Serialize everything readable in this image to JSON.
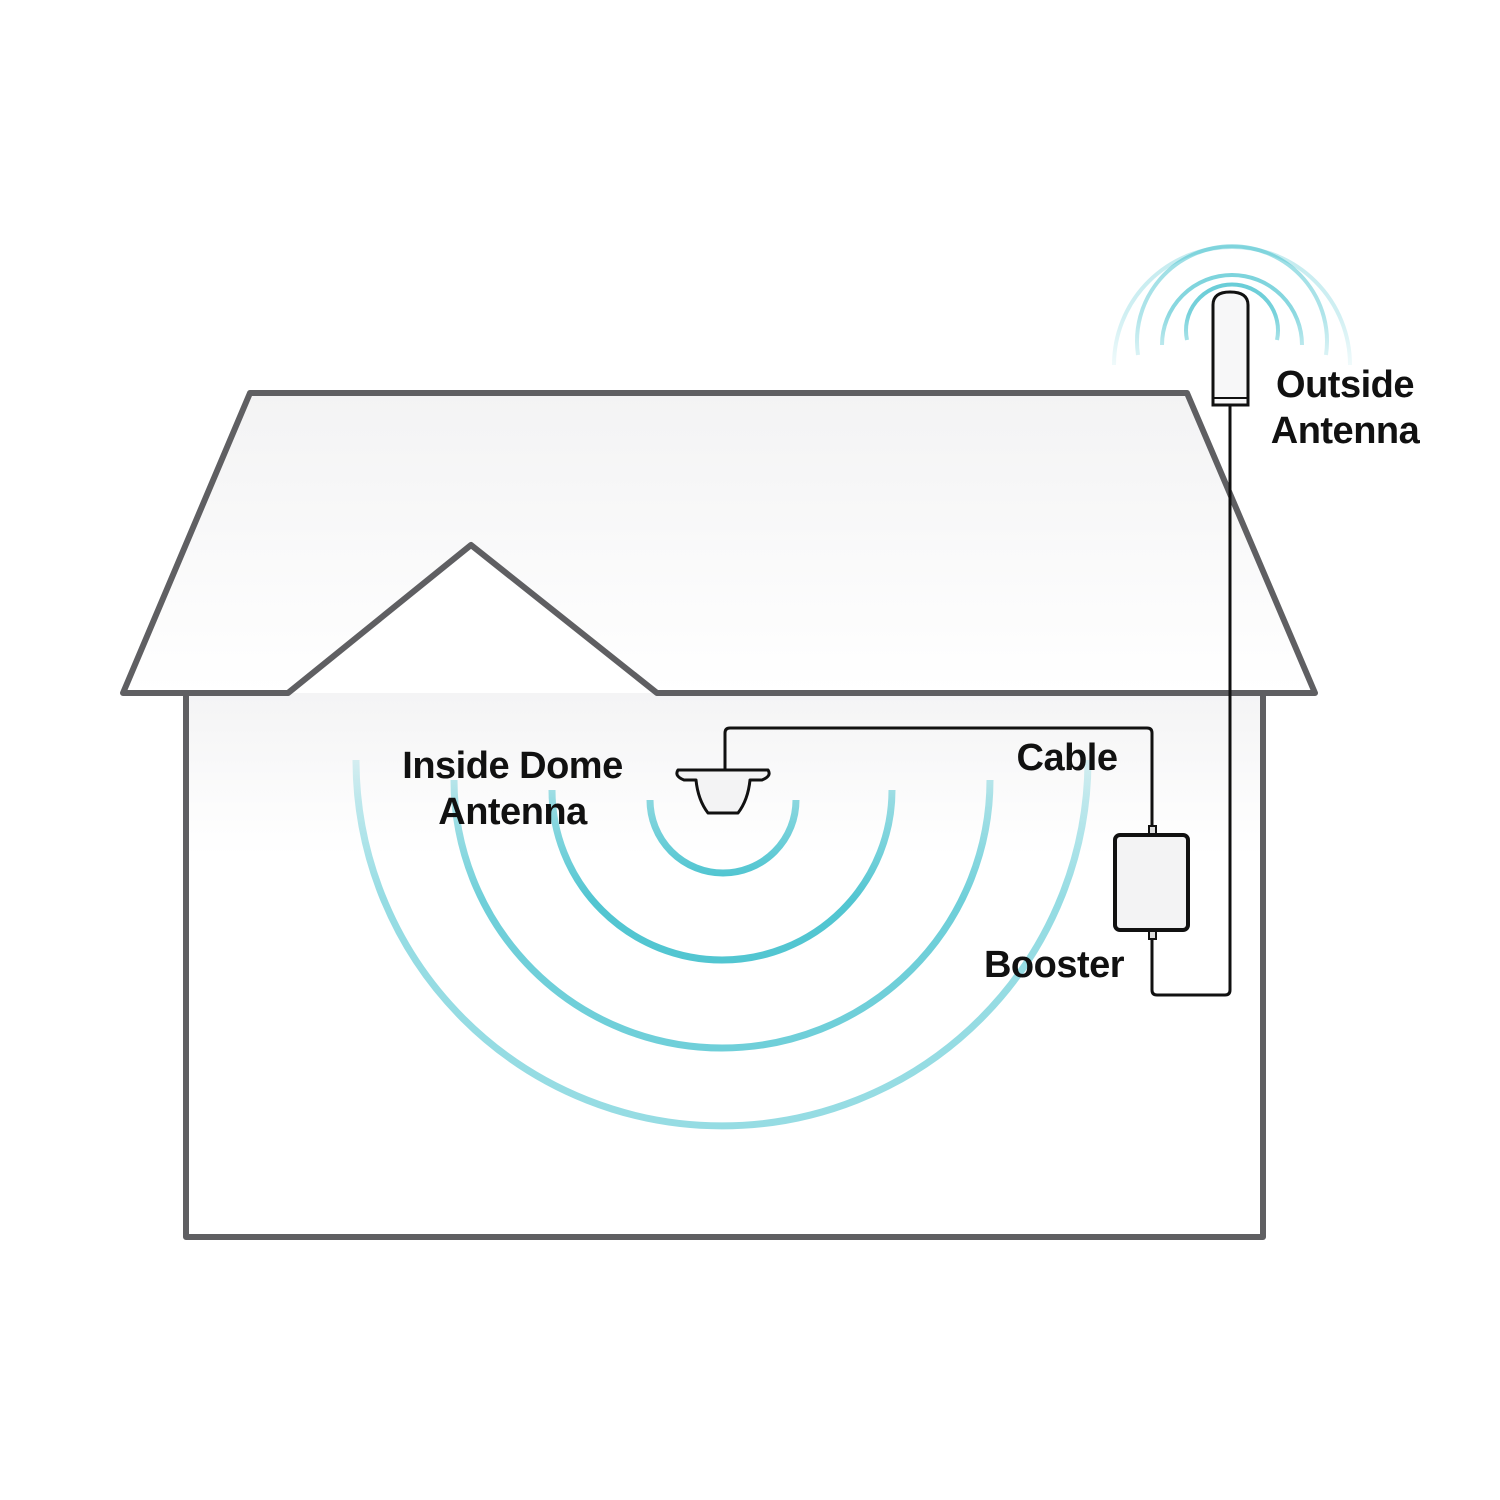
{
  "labels": {
    "outside_antenna": [
      "Outside",
      "Antenna"
    ],
    "inside_dome_antenna": [
      "Inside Dome",
      "Antenna"
    ],
    "cable": "Cable",
    "booster": "Booster"
  },
  "colors": {
    "outline": "#5f5f62",
    "wave": "#3fbfcc",
    "cable": "#111111",
    "fill": "#f3f3f4"
  }
}
